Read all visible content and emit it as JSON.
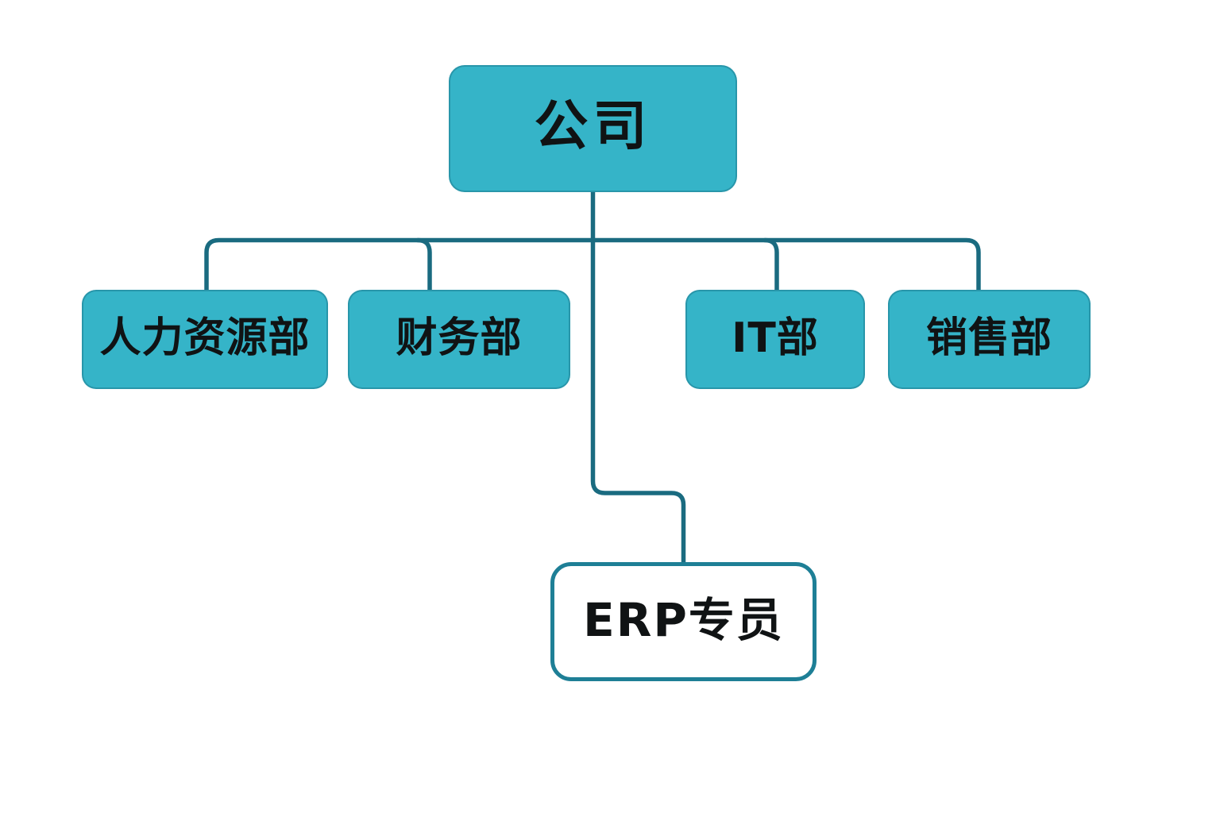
{
  "diagram": {
    "type": "org-chart",
    "nodes": {
      "company": {
        "label": "公司"
      },
      "hr": {
        "label": "人力资源部"
      },
      "finance": {
        "label": "财务部"
      },
      "it": {
        "label": "IT部"
      },
      "sales": {
        "label": "销售部"
      },
      "erp": {
        "label": "ERP专员"
      }
    },
    "edges": [
      {
        "from": "company",
        "to": "hr"
      },
      {
        "from": "company",
        "to": "finance"
      },
      {
        "from": "company",
        "to": "it"
      },
      {
        "from": "company",
        "to": "sales"
      },
      {
        "from": "company",
        "to": "erp"
      }
    ],
    "colors": {
      "background": "#ffffff",
      "node_fill": "#35b4c8",
      "node_border": "#1d7b91",
      "connector": "#1a6b80",
      "erp_fill": "#ffffff",
      "erp_border": "#1e7f96",
      "text": "#101314"
    }
  }
}
